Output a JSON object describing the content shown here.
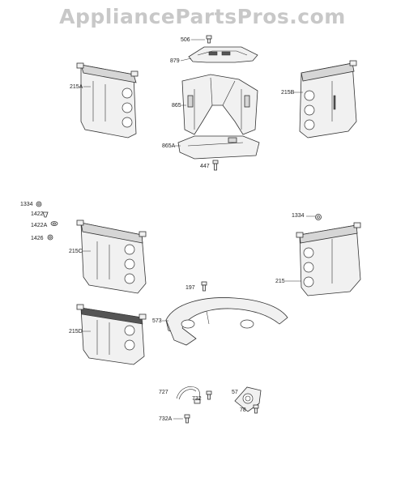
{
  "watermark": "AppliancePartsPros.com",
  "labels": {
    "p506": "506",
    "p879": "879",
    "p215A": "215A",
    "p865": "865",
    "p215B": "215B",
    "p865A": "865A",
    "p447": "447",
    "p1334_left": "1334",
    "p1422": "1422",
    "p1422A": "1422A",
    "p1426": "1426",
    "p215C": "215C",
    "p1334_right": "1334",
    "p215": "215",
    "p197": "197",
    "p573": "573",
    "p215D": "215D",
    "p727": "727",
    "p732": "732",
    "p57": "57",
    "p78": "78",
    "p732A": "732A"
  }
}
